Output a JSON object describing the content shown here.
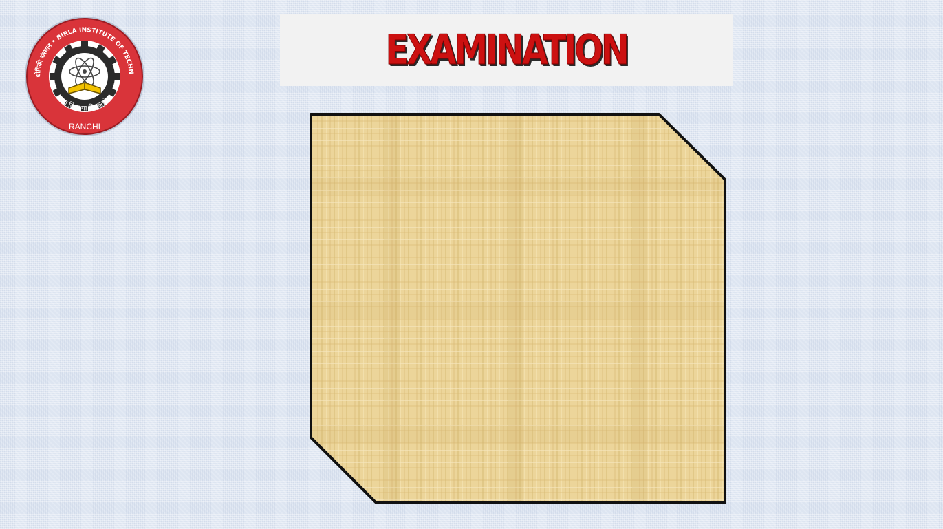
{
  "header": {
    "title": "EXAMINATION"
  },
  "logo": {
    "top_text": "बिरला प्रौद्योगिकी संस्थान • BIRLA INSTITUTE OF TECHNOLOGY",
    "bottom_text": "सा विद्या या विमुक्तये",
    "city": "RANCHI"
  },
  "colors": {
    "background": "#dde5f1",
    "title_red": "#cc1111",
    "title_box": "#f2f2f2",
    "seal_red": "#d9343a",
    "papyrus": "#ecd59a",
    "panel_border": "#111111"
  },
  "icons": {
    "logo": "institute-seal-icon",
    "panel": "papyrus-content-panel"
  }
}
